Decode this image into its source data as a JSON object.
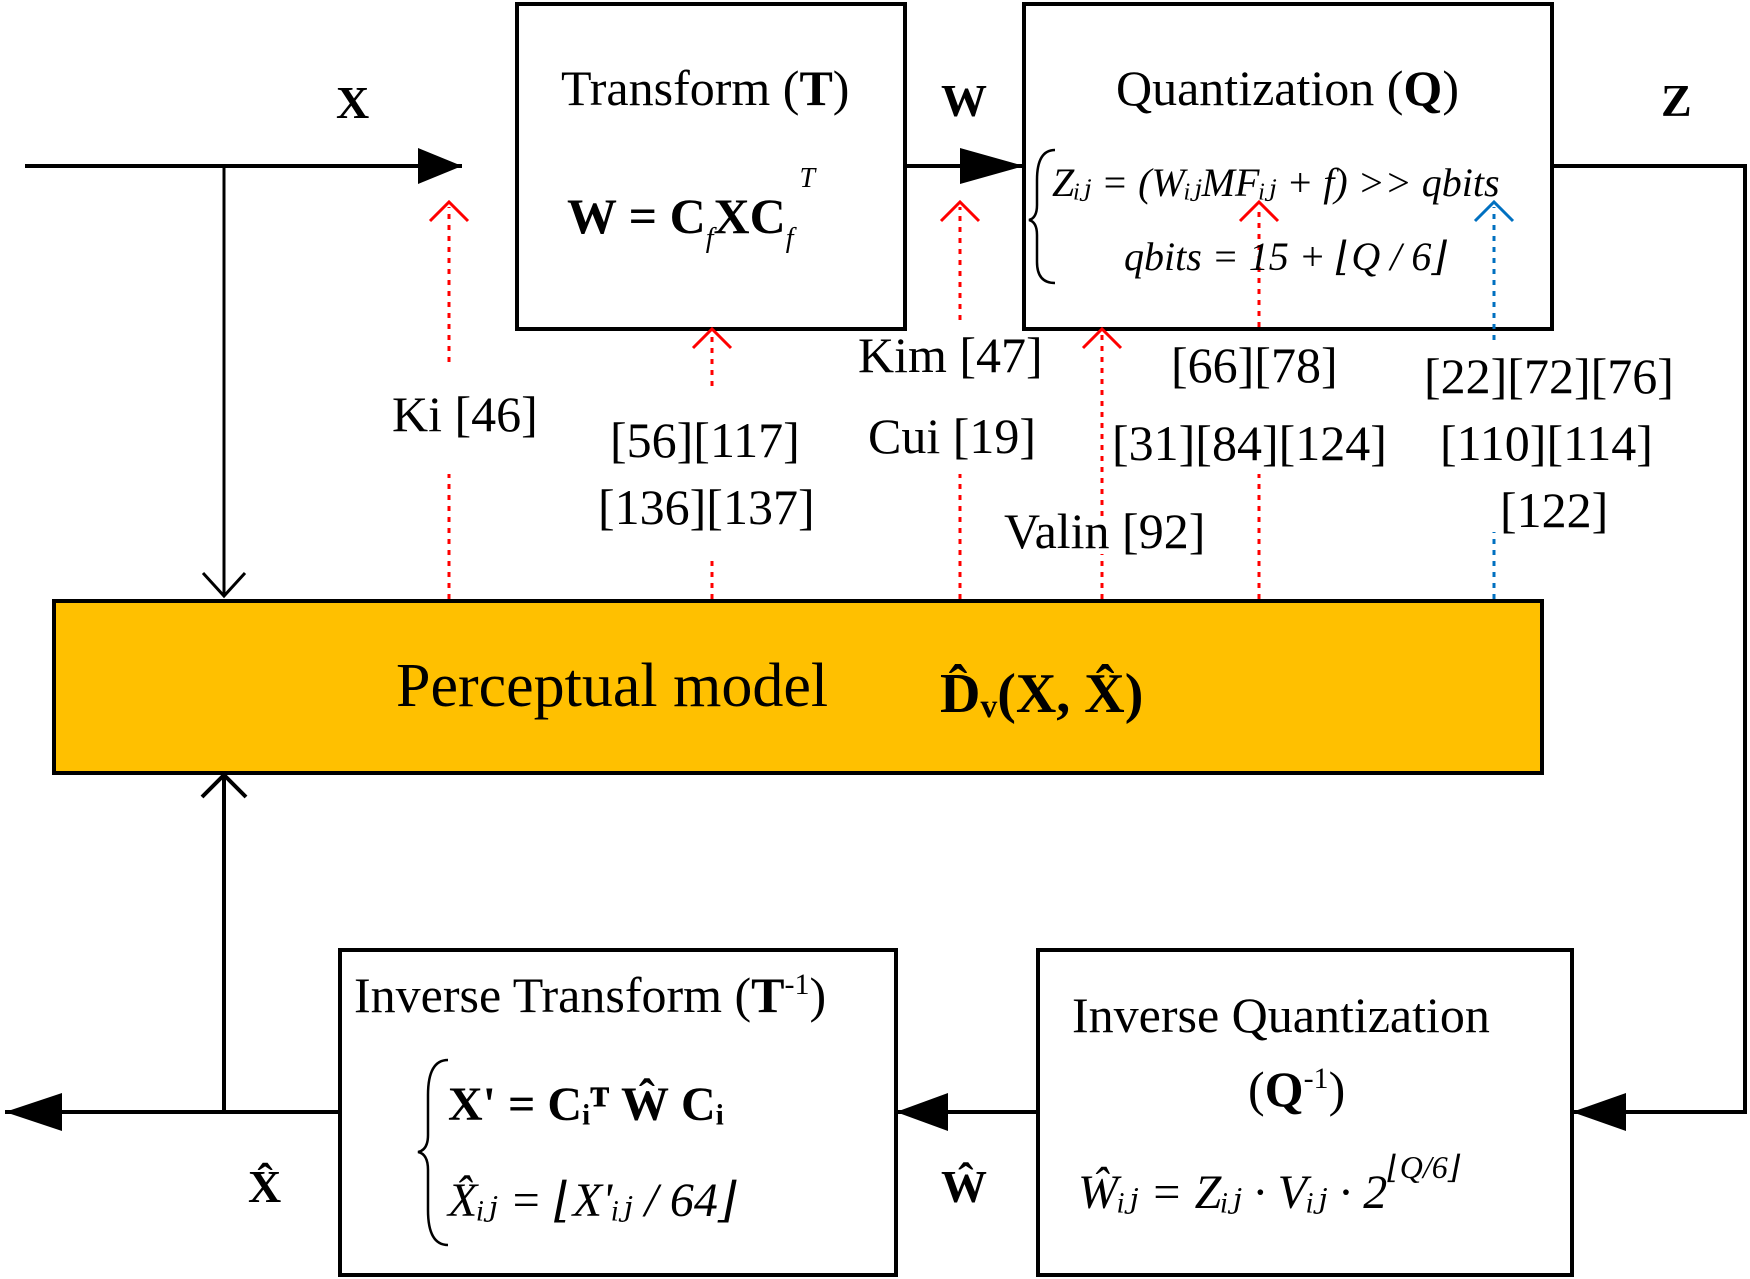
{
  "colors": {
    "perceptual_fill": "#FFC000",
    "red_arrow": "#FF0000",
    "blue_arrow": "#0070C0",
    "line": "#000000"
  },
  "signals": {
    "x": "X",
    "w": "W",
    "z": "Z",
    "x_hat": "X̂",
    "w_hat": "Ŵ"
  },
  "transform": {
    "title": "Transform (",
    "symbol": "T",
    "close": ")",
    "eq_w": "W",
    "eq_equals": " = ",
    "eq_c": "C",
    "eq_sub": "f",
    "eq_x": "X",
    "eq_sup": "T"
  },
  "quantization": {
    "title": "Quantization (",
    "symbol": "Q",
    "close": ")",
    "line1": "Zᵢⱼ = (WᵢⱼMFᵢⱼ + f) >> qbits",
    "line2": "qbits = 15 + ⌊Q / 6⌋"
  },
  "perceptual": {
    "label": "Perceptual model",
    "formula": "D̂ᵥ(X, X̂)"
  },
  "inverse_transform": {
    "title": "Inverse Transform (",
    "symbol": "T",
    "sup": "-1",
    "close": ")",
    "line1": "X' = Cᵢᵀ Ŵ Cᵢ",
    "line2": "X̂ᵢⱼ = ⌊X'ᵢⱼ / 64⌋"
  },
  "inverse_quantization": {
    "title": "Inverse Quantization",
    "symbol_open": "(",
    "symbol": "Q",
    "sup": "-1",
    "symbol_close": ")",
    "formula": "Ŵᵢⱼ = Zᵢⱼ · Vᵢⱼ · 2",
    "formula_exp": "⌊Q/6⌋"
  },
  "refs": {
    "ki": "Ki [46]",
    "transform_1": "[56][117]",
    "transform_2": "[136][137]",
    "kim": "Kim [47]",
    "cui": "Cui [19]",
    "valin": "Valin [92]",
    "quant_1": "[66][78]",
    "quant_2": "[31][84][124]",
    "blue_1": "[22][72][76]",
    "blue_2": "[110][114]",
    "blue_3": "[122]"
  }
}
